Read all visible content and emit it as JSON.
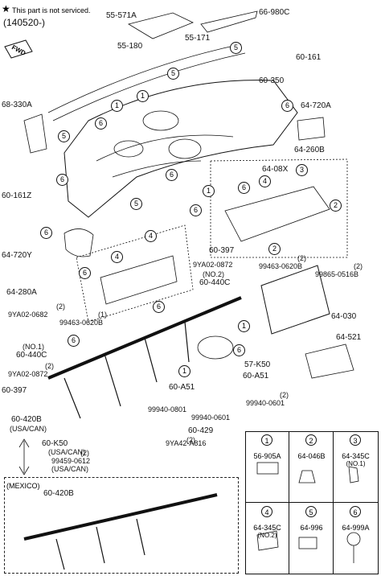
{
  "header": {
    "star_symbol": "★",
    "not_serviced_note": "This part is not serviced.",
    "serial_range": "(140520-)",
    "fwd_label": "FWD"
  },
  "labels": {
    "l_55_571a": "55-571A",
    "l_66_980c": "66-980C",
    "l_55_171": "55-171",
    "l_55_180": "55-180",
    "l_60_161": "60-161",
    "l_60_350": "60-350",
    "l_68_330a": "68-330A",
    "l_64_720a": "64-720A",
    "l_64_260b": "64-260B",
    "l_64_08x": "64-08X",
    "l_60_161z": "60-161Z",
    "l_64_720y": "64-720Y",
    "l_60_397_top": "60-397",
    "l_9ya02_0872_top": "9YA02-0872",
    "l_no2_top": "(NO.2)",
    "l_60_440c_top": "60-440C",
    "l_99463_0620b_r": "99463-0620B",
    "l_2_a": "(2)",
    "l_99865_0516b": "99865-0516B",
    "l_2_b": "(2)",
    "l_64_280a": "64-280A",
    "l_64_030": "64-030",
    "l_2_c": "(2)",
    "l_9ya02_0682": "9YA02-0682",
    "l_1_a": "(1)",
    "l_99463_0620b_l": "99463-0620B",
    "l_no1": "(NO.1)",
    "l_60_440c_l": "60-440C",
    "l_2_d": "(2)",
    "l_9ya02_0872_l": "9YA02-0872",
    "l_64_521": "64-521",
    "l_57_k50": "57-K50",
    "l_60_a51_r": "60-A51",
    "l_60_397_l": "60-397",
    "l_60_a51_c": "60-A51",
    "l_2_e": "(2)",
    "l_99940_0601_a": "99940-0601",
    "l_99940_0801": "99940-0801",
    "l_99940_0601_b": "99940-0601",
    "l_60_420b": "60-420B",
    "l_usa_can_a": "(USA/CAN)",
    "l_60_429": "60-429",
    "l_9ya42_a816": "9YA42-A816",
    "l_2_f": "(2)",
    "l_60_k50": "60-K50",
    "l_usa_can_b": "(USA/CAN)",
    "l_99459_0612": "99459-0612",
    "l_usa_can_c": "(USA/CAN)",
    "l_2_g": "(2)",
    "l_mexico": "(MEXICO)",
    "l_60_420b_mx": "60-420B"
  },
  "callouts": [
    "1",
    "2",
    "3",
    "4",
    "5",
    "6"
  ],
  "legend": [
    {
      "num": "1",
      "part": "56-905A",
      "sub": ""
    },
    {
      "num": "2",
      "part": "64-046B",
      "sub": ""
    },
    {
      "num": "3",
      "part": "64-345C",
      "sub": "(NO.1)"
    },
    {
      "num": "4",
      "part": "64-345C",
      "sub": "(NO.2)"
    },
    {
      "num": "5",
      "part": "64-996",
      "sub": ""
    },
    {
      "num": "6",
      "part": "64-999A",
      "sub": ""
    }
  ]
}
